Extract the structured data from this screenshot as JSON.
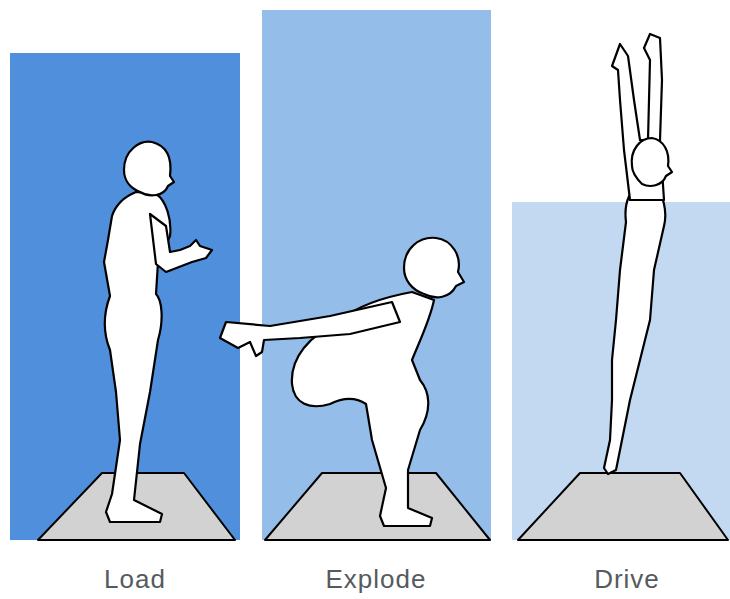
{
  "diagram": {
    "labels": [
      "Load",
      "Explode",
      "Drive"
    ]
  }
}
